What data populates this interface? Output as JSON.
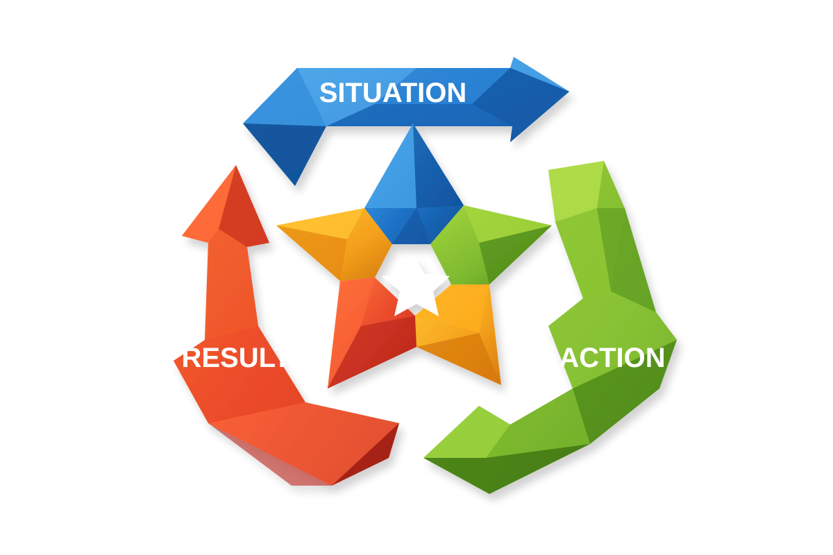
{
  "labels": {
    "situation": "SITUATION",
    "action": "ACTION",
    "result": "RESULT"
  },
  "colors": {
    "background": "#ffffff",
    "blue": "#1e73c8",
    "blue_light": "#4aa6ea",
    "blue_dark": "#0f4f95",
    "green": "#7cb82f",
    "green_light": "#a5d63c",
    "green_dark": "#4e8a1a",
    "red": "#e8462a",
    "red_light": "#ff7a3a",
    "red_dark": "#b9261b",
    "orange": "#f4a11c",
    "orange_light": "#ffc130",
    "orange_dark": "#d57a0e",
    "label_text": "#ffffff"
  }
}
